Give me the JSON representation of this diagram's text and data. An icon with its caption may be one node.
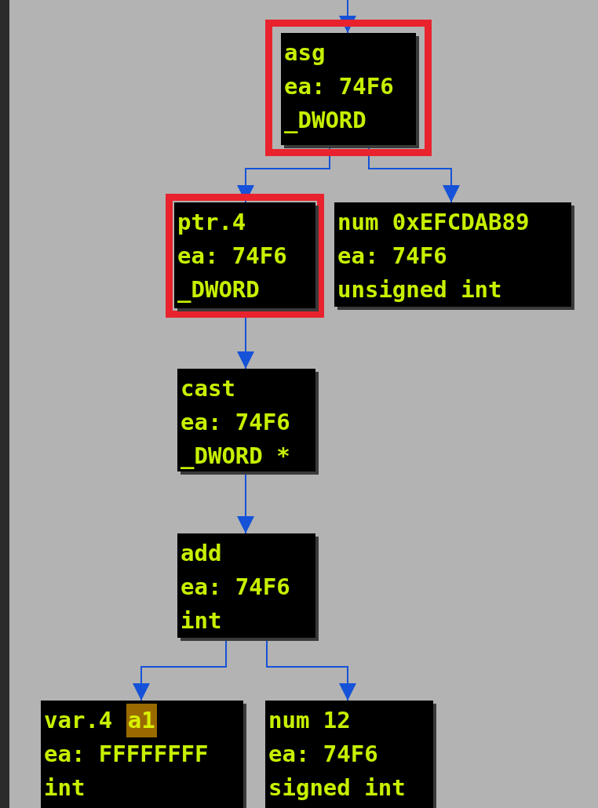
{
  "diagram": {
    "nodes": [
      {
        "text": [
          "asg",
          "ea: 74F6",
          "_DWORD"
        ]
      },
      {
        "text": [
          "ptr.4",
          "ea: 74F6",
          "_DWORD"
        ]
      },
      {
        "text": [
          "num 0xEFCDAB89",
          "ea: 74F6",
          "unsigned int"
        ]
      },
      {
        "text": [
          "cast",
          "ea: 74F6",
          "_DWORD *"
        ]
      },
      {
        "text": [
          "add",
          "ea: 74F6",
          "int"
        ]
      },
      {
        "text": [
          "var.4",
          "a1",
          "ea: FFFFFFFF",
          "int"
        ]
      },
      {
        "text": [
          "num 12",
          "ea: 74F6",
          "signed int"
        ]
      }
    ],
    "edges": [
      {
        "from": null,
        "to": 0,
        "arrow": "to"
      },
      {
        "from": 0,
        "to": 1,
        "arrow": "to"
      },
      {
        "from": 0,
        "to": 2,
        "arrow": "to"
      },
      {
        "from": 1,
        "to": 3,
        "arrow": "to"
      },
      {
        "from": 3,
        "to": 4,
        "arrow": "to"
      },
      {
        "from": 4,
        "to": 5,
        "arrow": "to"
      },
      {
        "from": 4,
        "to": 6,
        "arrow": "to"
      }
    ]
  }
}
